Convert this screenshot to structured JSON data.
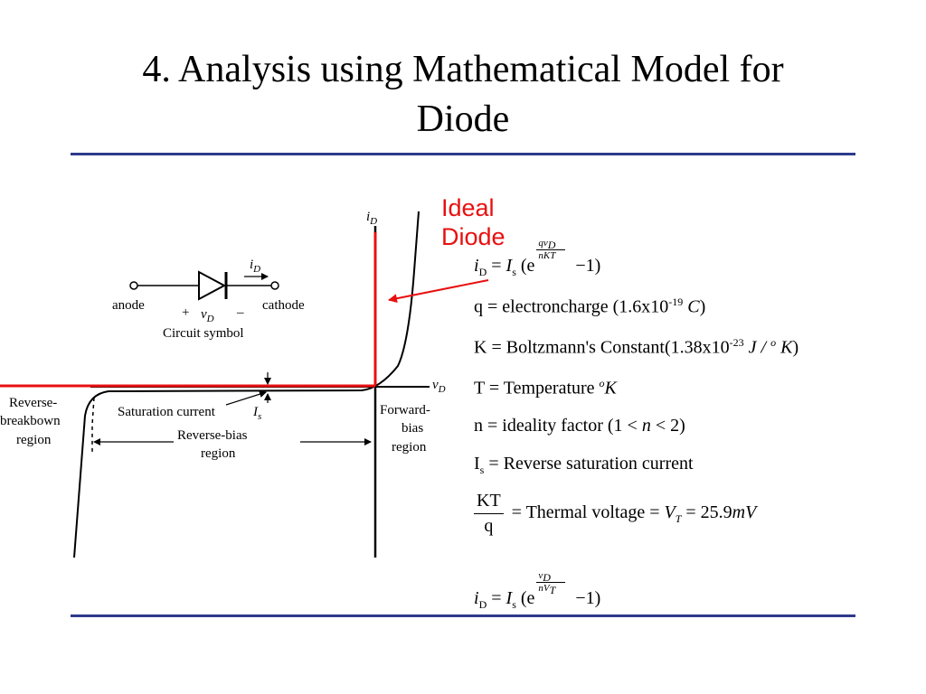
{
  "title": {
    "line1": "4. Analysis using Mathematical Model for",
    "line2": "Diode"
  },
  "annotation": {
    "ideal_line1": "Ideal",
    "ideal_line2": "Diode"
  },
  "diagram": {
    "axis_y_label": "i",
    "axis_y_sub": "D",
    "axis_x_label": "v",
    "axis_x_sub": "D",
    "anode_label": "anode",
    "cathode_label": "cathode",
    "plus_sign": "+",
    "minus_sign": "–",
    "vd_label": "v",
    "vd_sub": "D",
    "id_label": "i",
    "id_sub": "D",
    "circuit_symbol_label": "Circuit symbol",
    "saturation_current_label": "Saturation current",
    "is_label": "I",
    "is_sub": "s",
    "reverse_bias_line1": "Reverse-bias",
    "reverse_bias_line2": "region",
    "breakdown_line1": "Reverse-",
    "breakdown_line2": "breakbown",
    "breakdown_line3": "region",
    "forward_line1": "Forward-",
    "forward_line2": "bias",
    "forward_line3": "region"
  },
  "equations": {
    "eq1": {
      "lhs": "i",
      "lhs_sub": "D",
      "mid": " = ",
      "is": "I",
      "is_sub": "s",
      "open": " (e",
      "exp_num": "qv",
      "exp_num_sub": "D",
      "exp_den": "nKT",
      "close": " −1)"
    },
    "eq2": {
      "text": "q = electroncharge (1.6x10",
      "sup": "-19",
      "unit": " C",
      "close": ")"
    },
    "eq3": {
      "text": "K = Boltzmann's Constant(1.38x10",
      "sup": "-23",
      "unit": " J / ",
      "deg": "o",
      "unit2": " K",
      "close": ")"
    },
    "eq4": {
      "text": "T = Temperature ",
      "deg": "o",
      "unit": "K"
    },
    "eq5": {
      "text": "n = ideality factor (1 < ",
      "n": "n",
      "close": " < 2)"
    },
    "eq6": {
      "lhs": "I",
      "lhs_sub": "s",
      "text": " = Reverse saturation current"
    },
    "eq7": {
      "num": "KT",
      "den": "q",
      "text": " = Thermal voltage = ",
      "vt": "V",
      "vt_sub": "T",
      "value": " = 25.9",
      "unit": "mV"
    },
    "eq8": {
      "lhs": "i",
      "lhs_sub": "D",
      "mid": " = ",
      "is": "I",
      "is_sub": "s",
      "open": " (e",
      "exp_num": "v",
      "exp_num_sub": "D",
      "exp_den": "nV",
      "exp_den_sub": "T",
      "close": " −1)"
    }
  },
  "colors": {
    "ideal_red": "#e81010",
    "rule_blue": "#2e3a8c"
  }
}
